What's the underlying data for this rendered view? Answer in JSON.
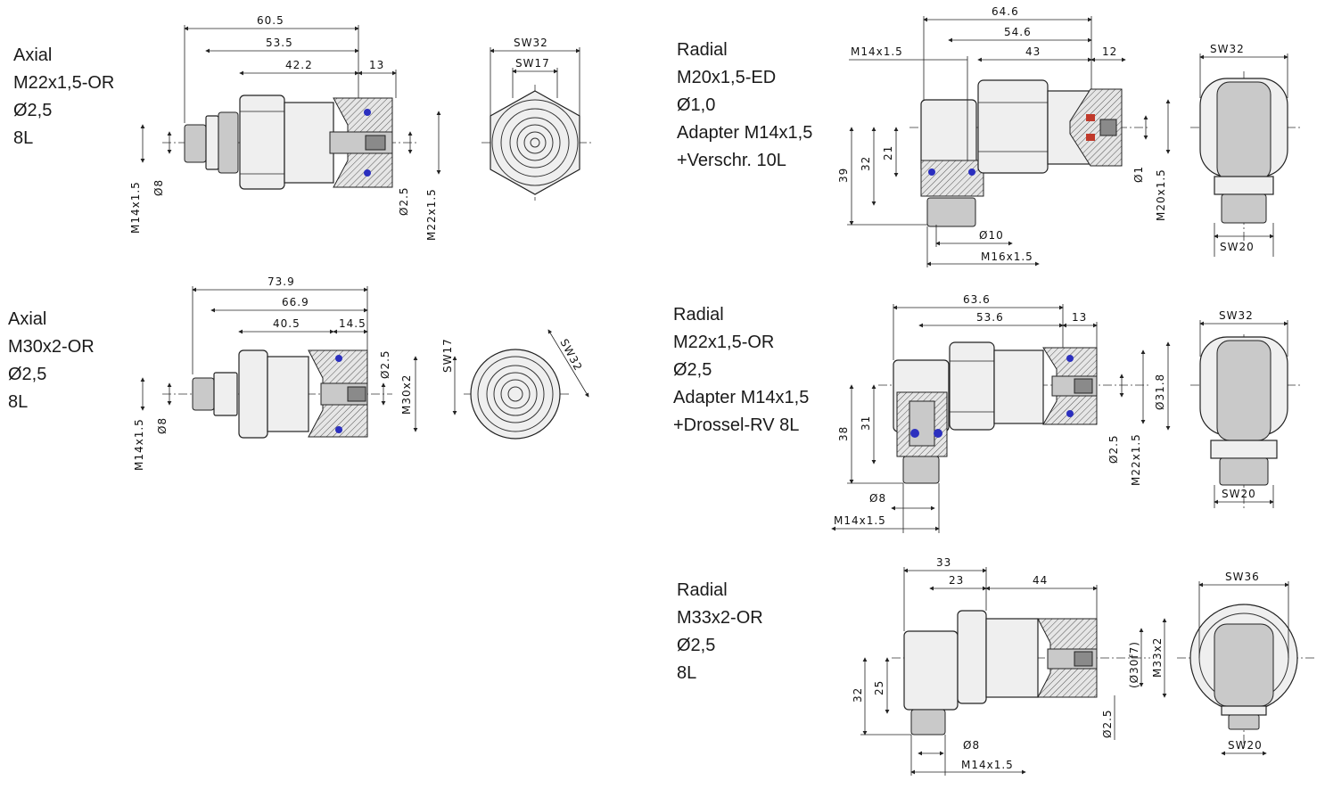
{
  "variants": [
    {
      "id": "axial-m22",
      "lines": [
        "Axial",
        "M22x1,5-OR",
        "Ø2,5",
        "8L"
      ],
      "dims": {
        "overall": "60.5",
        "body": "53.5",
        "housing": "42.2",
        "thread_len": "13",
        "wrench_outer": "SW32",
        "wrench_inner": "SW17",
        "inlet_thread": "M14x1.5",
        "inlet_dia": "Ø8",
        "orifice": "Ø2.5",
        "process_thread": "M22x1.5"
      }
    },
    {
      "id": "axial-m30",
      "lines": [
        "Axial",
        "M30x2-OR",
        "Ø2,5",
        "8L"
      ],
      "dims": {
        "overall": "73.9",
        "body": "66.9",
        "housing": "40.5",
        "thread_len": "14.5",
        "wrench_inner": "SW17",
        "wrench_outer": "SW32",
        "inlet_thread": "M14x1.5",
        "inlet_dia": "Ø8",
        "orifice": "Ø2.5",
        "process_thread": "M30x2"
      }
    },
    {
      "id": "radial-m20",
      "lines": [
        "Radial",
        "M20x1,5-ED",
        "Ø1,0",
        "Adapter M14x1,5",
        "+Verschr. 10L"
      ],
      "dims": {
        "overall": "64.6",
        "body": "54.6",
        "housing": "43",
        "thread_len": "12",
        "side_thread": "M14x1.5",
        "h_total": "39",
        "h_mid": "32",
        "h_low": "21",
        "outlet_dia": "Ø10",
        "outlet_thread": "M16x1.5",
        "orifice": "Ø1",
        "process_thread": "M20x1.5",
        "wrench_outer": "SW32",
        "wrench_fitting": "SW20"
      }
    },
    {
      "id": "radial-m22",
      "lines": [
        "Radial",
        "M22x1,5-OR",
        "Ø2,5",
        "Adapter M14x1,5",
        "+Drossel-RV 8L"
      ],
      "dims": {
        "overall": "63.6",
        "body": "53.6",
        "thread_len": "13",
        "h_total": "38",
        "h_mid": "31",
        "outlet_dia": "Ø8",
        "outlet_thread": "M14x1.5",
        "orifice": "Ø2.5",
        "process_thread": "M22x1.5",
        "seal_dia": "Ø31.8",
        "wrench_outer": "SW32",
        "wrench_fitting": "SW20"
      }
    },
    {
      "id": "radial-m33",
      "lines": [
        "Radial",
        "M33x2-OR",
        "Ø2,5",
        "8L"
      ],
      "dims": {
        "overall": "33",
        "body": "23",
        "housing": "44",
        "h_total": "32",
        "h_mid": "25",
        "outlet_dia": "Ø8",
        "outlet_thread": "M14x1.5",
        "seal_dia": "(Ø30f7)",
        "process_thread": "M33x2",
        "orifice": "Ø2.5",
        "wrench_outer": "SW36",
        "wrench_fitting": "SW20"
      }
    }
  ]
}
